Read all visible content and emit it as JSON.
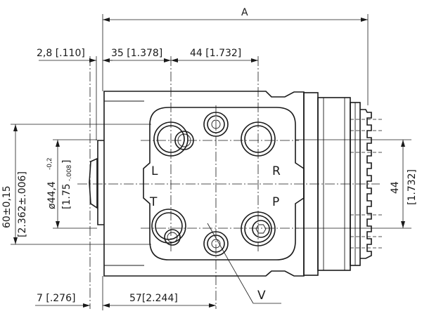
{
  "dimensions": {
    "overall": "A",
    "left_offset": "2,8 [.110]",
    "port_x1": "35 [1.378]",
    "port_pitch": "44 [1.732]",
    "height_main": "60±0,15",
    "height_main_in": "[2.362±.006]",
    "pilot_dia": "ø44,4",
    "pilot_tol": "-0,2",
    "pilot_in": "[1.75",
    "pilot_in_tol": "-.008",
    "pilot_in_close": "]",
    "spline_offset": "7 [.276]",
    "base_length": "57[2.244]",
    "vertical_pitch": "44",
    "vertical_pitch_in": "[1.732]"
  },
  "ports": {
    "left": "L",
    "right": "R",
    "tank": "T",
    "pressure": "P",
    "valve": "V"
  }
}
